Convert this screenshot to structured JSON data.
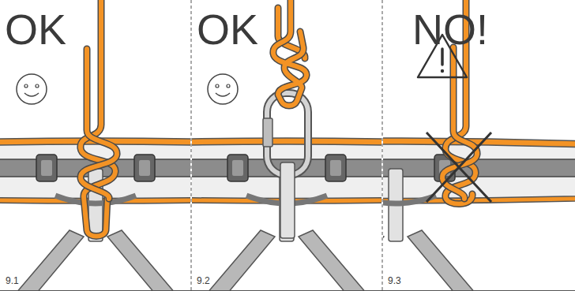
{
  "diagram": {
    "labels": [
      "OK",
      "OK",
      "NO!",
      "9.1",
      "9.2",
      "9.3"
    ]
  }
}
